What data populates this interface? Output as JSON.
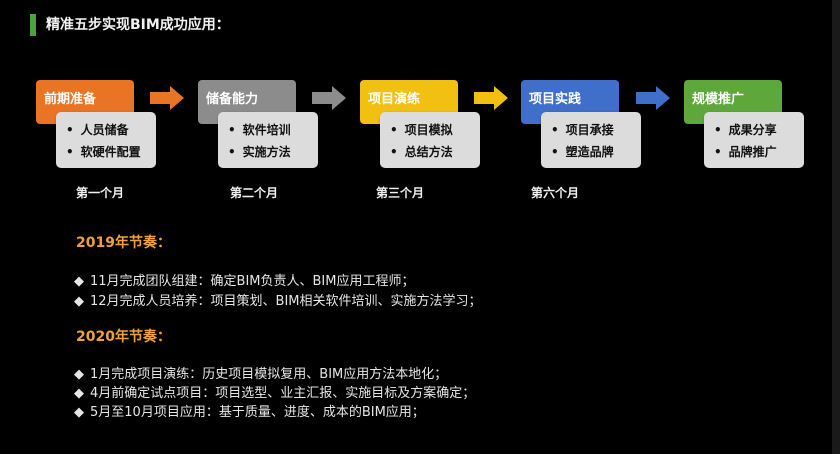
{
  "title": "精准五步实现BIM成功应用：",
  "steps": [
    {
      "label": "前期准备",
      "items": [
        "人员储备",
        "软硬件配置"
      ],
      "month": "第一个月",
      "color": "#e97424"
    },
    {
      "label": "储备能力",
      "items": [
        "软件培训",
        "实施方法"
      ],
      "month": "第二个月",
      "color": "#8c8c8c"
    },
    {
      "label": "项目演练",
      "items": [
        "项目模拟",
        "总结方法"
      ],
      "month": "第三个月",
      "color": "#f2c011"
    },
    {
      "label": "项目实践",
      "items": [
        "项目承接",
        "塑造品牌"
      ],
      "month": "第六个月",
      "color": "#3f6fcb"
    },
    {
      "label": "规模推广",
      "items": [
        "成果分享",
        "品牌推广"
      ],
      "month": "",
      "color": "#5ea83b"
    }
  ],
  "arrow_colors": [
    "#e97424",
    "#8c8c8c",
    "#f2c011",
    "#3f6fcb"
  ],
  "plans": [
    {
      "year": "2019年节奏：",
      "items": [
        "11月完成团队组建：确定BIM负责人、BIM应用工程师；",
        "12月完成人员培养：项目策划、BIM相关软件培训、实施方法学习；"
      ]
    },
    {
      "year": "2020年节奏：",
      "items": [
        "1月完成项目演练：历史项目模拟复用、BIM应用方法本地化；",
        "4月前确定试点项目：项目选型、业主汇报、实施目标及方案确定；",
        "5月至10月项目应用：基于质量、进度、成本的BIM应用；"
      ]
    }
  ],
  "bullet_glyph": "◆"
}
